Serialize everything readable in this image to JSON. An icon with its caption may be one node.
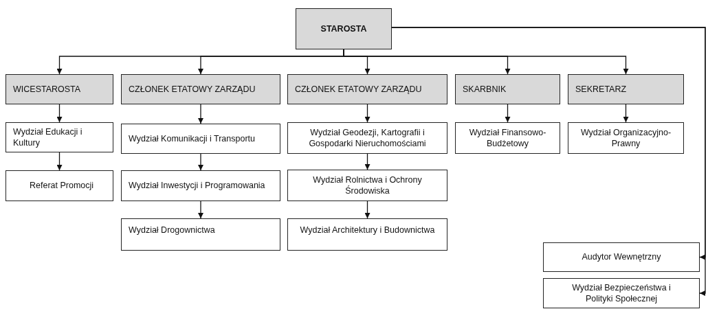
{
  "diagram": {
    "nodes": [
      {
        "text": [
          "STAROSTA"
        ]
      },
      {
        "text": [
          "WICESTAROSTA"
        ]
      },
      {
        "text": [
          "CZŁONEK ETATOWY  ZARZĄDU"
        ]
      },
      {
        "text": [
          "CZŁONEK ETATOWY  ZARZĄDU"
        ]
      },
      {
        "text": [
          "SKARBNIK"
        ]
      },
      {
        "text": [
          "SEKRETARZ"
        ]
      },
      {
        "text": [
          "Wydział Edukacji i Kultury"
        ]
      },
      {
        "text": [
          "Wydział Komunikacji i Transportu"
        ]
      },
      {
        "text": [
          "Wydział Geodezji, Kartografii i Gospodarki Nieruchomościami"
        ]
      },
      {
        "text": [
          "Wydział Finansowo-Budżetowy"
        ]
      },
      {
        "text": [
          "Wydział Organizacyjno-Prawny"
        ]
      },
      {
        "text": [
          "Referat Promocji"
        ]
      },
      {
        "text": [
          "Wydział Inwestycji i Programowania"
        ]
      },
      {
        "text": [
          "Wydział Rolnictwa i Ochrony Środowiska"
        ]
      },
      {
        "text": [
          "Wydział Drogownictwa"
        ]
      },
      {
        "text": [
          "Wydział Architektury i Budownictwa"
        ]
      },
      {
        "text": [
          "Audytor Wewnętrzny"
        ]
      },
      {
        "text": [
          "Wydział Bezpieczeństwa i Polityki Społecznej"
        ]
      }
    ],
    "edges": [
      {
        "from": 0,
        "to": 1,
        "arrow": "to"
      },
      {
        "from": 0,
        "to": 2,
        "arrow": "to"
      },
      {
        "from": 0,
        "to": 3,
        "arrow": "to"
      },
      {
        "from": 0,
        "to": 4,
        "arrow": "to"
      },
      {
        "from": 0,
        "to": 5,
        "arrow": "to"
      },
      {
        "from": 1,
        "to": 6,
        "arrow": "to"
      },
      {
        "from": 2,
        "to": 7,
        "arrow": "to"
      },
      {
        "from": 3,
        "to": 8,
        "arrow": "to"
      },
      {
        "from": 4,
        "to": 9,
        "arrow": "to"
      },
      {
        "from": 5,
        "to": 10,
        "arrow": "to"
      },
      {
        "from": 6,
        "to": 11,
        "arrow": "to"
      },
      {
        "from": 7,
        "to": 12,
        "arrow": "to"
      },
      {
        "from": 8,
        "to": 13,
        "arrow": "to"
      },
      {
        "from": 12,
        "to": 14,
        "arrow": "to"
      },
      {
        "from": 13,
        "to": 15,
        "arrow": "to"
      },
      {
        "from": 0,
        "to": 16,
        "arrow": "to"
      },
      {
        "from": 0,
        "to": 17,
        "arrow": "to"
      }
    ]
  }
}
